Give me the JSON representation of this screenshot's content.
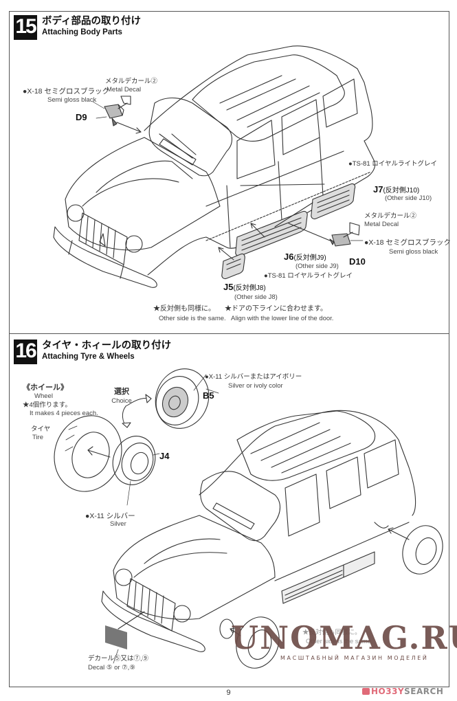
{
  "page_number": "9",
  "steps": [
    {
      "number": "15",
      "title_jp": "ボディ部品の取り付け",
      "title_en": "Attaching Body Parts",
      "callouts": {
        "d9_paint_jp": "●X-18 セミグロスブラック",
        "d9_paint_en": "Semi gloss black",
        "d9_decal_jp": "メタルデカール②",
        "d9_decal_en": "Metal Decal",
        "d9_part": "D9",
        "j7_paint_jp": "●TS-81 ロイヤルライトグレイ",
        "j7_part": "J7",
        "j7_part_note": "(反対側J10)",
        "j7_other_side": "(Other side J10)",
        "d10_decal_jp": "メタルデカール②",
        "d10_decal_en": "Metal Decal",
        "d10_paint_jp": "●X-18 セミグロスブラック",
        "d10_paint_en": "Semi gloss black",
        "d10_part": "D10",
        "j6_part": "J6",
        "j6_part_note": "(反対側J9)",
        "j6_other_side": "(Other side J9)",
        "j5_paint_jp": "●TS-81 ロイヤルライトグレイ",
        "j5_part": "J5",
        "j5_part_note": "(反対側J8)",
        "j5_other_side": "(Other side J8)"
      },
      "notes": [
        {
          "jp": "★反対側も同様に。",
          "en": "Other side is the same."
        },
        {
          "jp": "★ドアの下ラインに合わせます。",
          "en": "Align with the lower line of the door."
        }
      ]
    },
    {
      "number": "16",
      "title_jp": "タイヤ・ホィールの取り付け",
      "title_en": "Attaching Tyre & Wheels",
      "callouts": {
        "wheel_jp": "《ホイール》",
        "wheel_en": "Wheel",
        "make_jp": "★4個作ります。",
        "make_en": "It makes 4 pieces each.",
        "choice_jp": "選択",
        "choice_en": "Choice",
        "b5_paint_jp": "●X-11 シルバーまたはアイボリー",
        "b5_paint_en": "Silver or ivoly color",
        "b5_part": "B5",
        "tire_jp": "タイヤ",
        "tire_en": "Tire",
        "j4_part": "J4",
        "j4_paint_jp": "●X-11 シルバー",
        "j4_paint_en": "Silver",
        "decal_jp": "デカール⑤又は⑦,⑨",
        "decal_en": "Decal ⑤ or ⑦,⑨",
        "hidden_note_jp": "★反対側も同様に。",
        "hidden_note_en": "Other side is the same."
      }
    }
  ],
  "watermark": {
    "title": "UNOMAG.RU",
    "subtitle": "МАСШТАБНЫЙ МАГАЗИН МОДЕЛЕЙ"
  },
  "source_logo": {
    "part1": "HO33Y",
    "part2": "SEARCH"
  }
}
